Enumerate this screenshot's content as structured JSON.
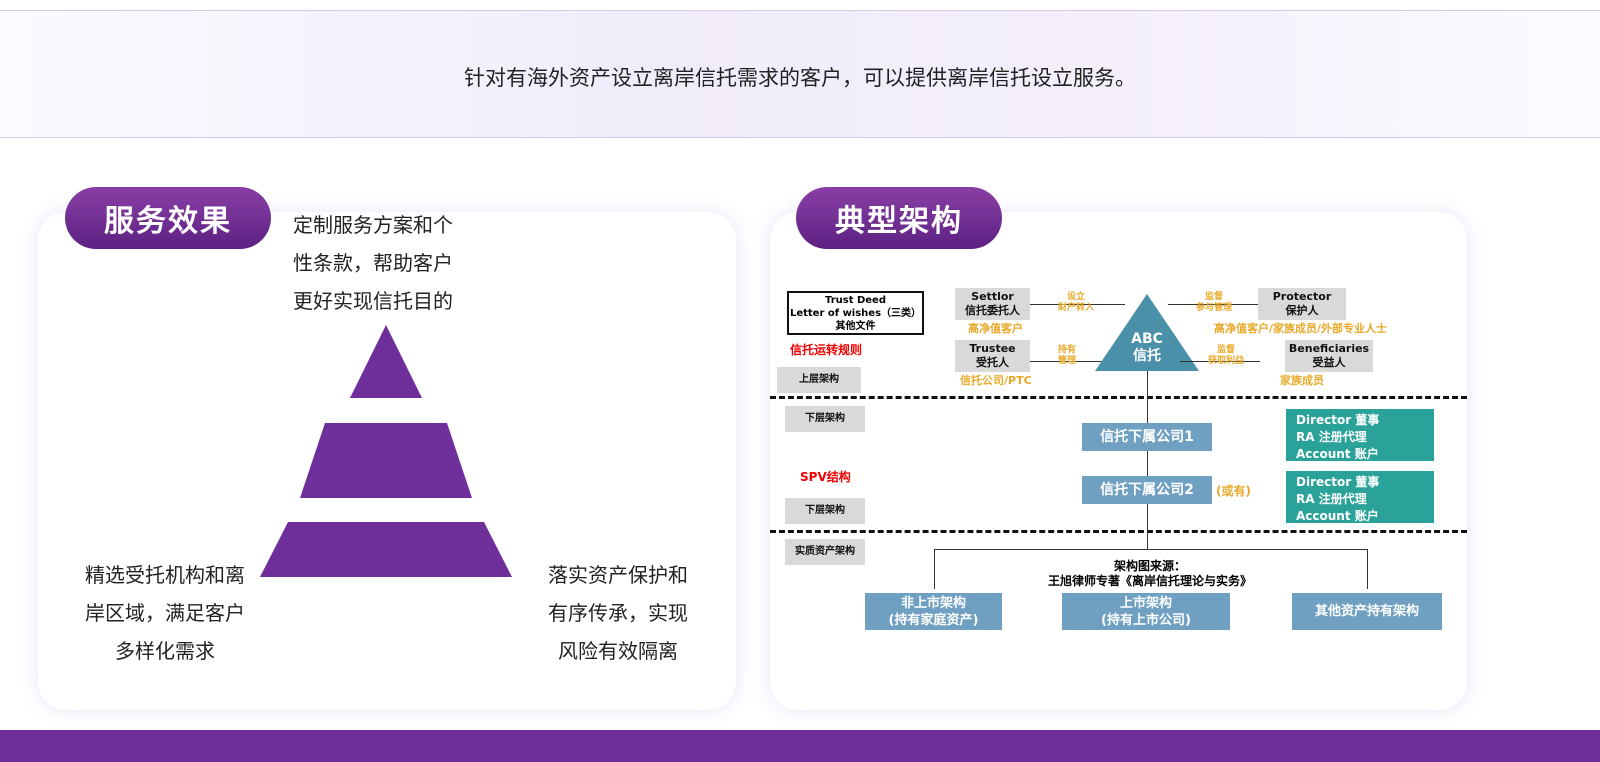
{
  "banner": {
    "text": "针对有海外资产设立离岸信托需求的客户，可以提供离岸信托设立服务。"
  },
  "left": {
    "title": "服务效果",
    "top_text": [
      "定制服务方案和个",
      "性条款，帮助客户",
      "更好实现信托目的"
    ],
    "left_text": [
      "精选受托机构和离",
      "岸区域，满足客户",
      "多样化需求"
    ],
    "right_text": [
      "落实资产保护和",
      "有序传承，实现",
      "风险有效隔离"
    ],
    "pyramid_color": "#6e2f9b"
  },
  "right": {
    "title": "典型架构",
    "docs": [
      "Trust Deed",
      "Letter of wishes（三类）",
      "其他文件"
    ],
    "rules": "信托运转规则",
    "upper": "上层架构",
    "lower1": "下层架构",
    "spv": "SPV结构",
    "lower2": "下层架构",
    "real": "实质资产架构",
    "settlor": [
      "Settlor",
      "信托委托人"
    ],
    "settlor_note": "高净值客户",
    "settlor_arrow": [
      "设立",
      "财产转入"
    ],
    "trustee": [
      "Trustee",
      "受托人"
    ],
    "trustee_note": "信托公司/PTC",
    "trustee_arrow": [
      "持有",
      "管理"
    ],
    "trust": [
      "ABC",
      "信托"
    ],
    "protector": [
      "Protector",
      "保护人"
    ],
    "protector_note": "高净值客户/家族成员/外部专业人士",
    "protector_arrow": [
      "监督",
      "参与管理"
    ],
    "beneficiaries": [
      "Beneficiaries",
      "受益人"
    ],
    "beneficiaries_note": "家族成员",
    "beneficiaries_arrow": [
      "监督",
      "获取利益"
    ],
    "sub1": "信托下属公司1",
    "sub2": "信托下属公司2",
    "sub2_note": "(或有)",
    "info1": [
      "Director  董事",
      "RA    注册代理",
      "Account  账户"
    ],
    "info2": [
      "Director  董事",
      "RA    注册代理",
      "Account  账户"
    ],
    "source": [
      "架构图来源：",
      "王旭律师专著《离岸信托理论与实务》"
    ],
    "bottom": [
      [
        "非上市架构",
        "(持有家庭资产)"
      ],
      [
        "上市架构",
        "(持有上市公司)"
      ],
      [
        "其他资产持有架构"
      ]
    ]
  }
}
